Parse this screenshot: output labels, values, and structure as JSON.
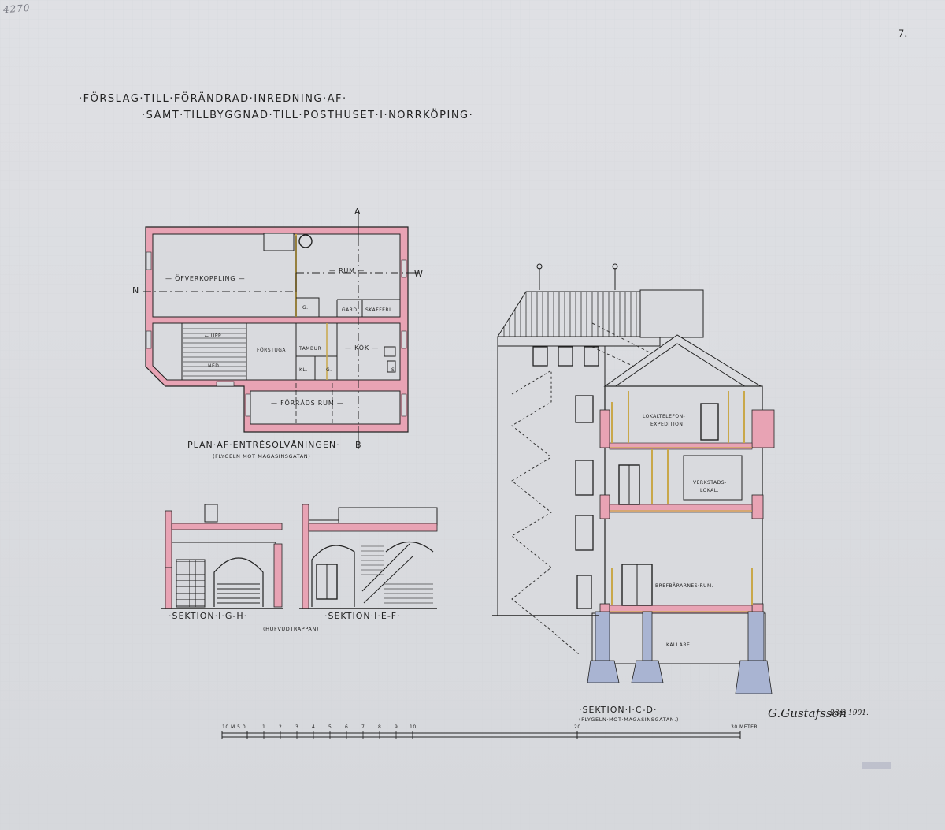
{
  "sheet": {
    "page_number": "7.",
    "pencil_note": "4270",
    "title_line1": "·FÖRSLAG·TILL·FÖRÄNDRAD·INREDNING·AF·",
    "title_line2": "·SAMT·TILLBYGGNAD·TILL·POSTHUSET·I·NORRKÖPING·"
  },
  "plan": {
    "caption": "PLAN·AF·ENTRÉSOLVÅNINGEN·",
    "subcaption": "(FLYGELN·MOT·MAGASINSGATAN)",
    "markers": {
      "a": "A",
      "b": "B",
      "n": "N",
      "w": "W"
    },
    "rooms": {
      "overkoppling": "— ÖFVERKOPPLING —",
      "rum": "— RUM —",
      "g1": "G.",
      "gard": "GARD",
      "skafferi": "SKAFFERI",
      "upp": "← UPP",
      "ned": "NED",
      "forstuga": "FÖRSTUGA",
      "tambur": "TAMBUR",
      "kok": "— KÖK —",
      "kl": "KL.",
      "g2": "G.",
      "s": "S.",
      "forrads": "— FÖRRÅDS RUM —"
    }
  },
  "sections": {
    "gh_caption": "·SEKTION·I·G-H·",
    "ef_caption": "·SEKTION·I·E-F·",
    "shared_sub": "(HUFVUDTRAPPAN)"
  },
  "elevation": {
    "caption": "·SEKTION·I·C-D·",
    "subcaption": "(FLYGELN·MOT·MAGASINSGATAN.)",
    "rooms": {
      "lokaltelefon": "LOKALTELEFON-",
      "expedition": "EXPEDITION.",
      "verkstads": "VERKSTADS-",
      "lokal": "LOKAL.",
      "brefbarare": "BREFBÄRARNES·RUM.",
      "kallare": "KÄLLARE."
    }
  },
  "scale": {
    "label_left": "10 M 5 0",
    "ticks": [
      "1",
      "2",
      "3",
      "4",
      "5",
      "6",
      "7",
      "8",
      "9",
      "10"
    ],
    "mid": "20",
    "label_right": "30 METER"
  },
  "signature": {
    "name": "G.Gustafsson",
    "date": "23/2 1901."
  },
  "colors": {
    "wall_pink": "#e8a3b4",
    "cellar_blue": "#a9b4d2",
    "timber_yellow": "#c9a84a",
    "ink": "#1e1e24",
    "paper": "#d9dade"
  }
}
